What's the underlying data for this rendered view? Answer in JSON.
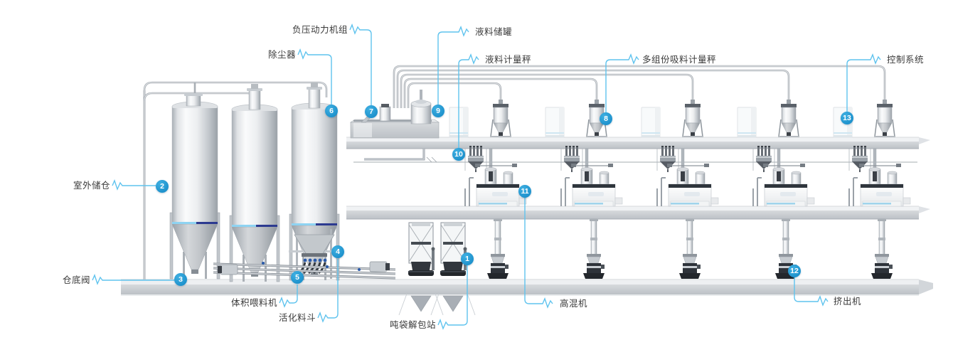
{
  "diagram": {
    "callouts": [
      {
        "num": "1",
        "label": "吨袋解包站"
      },
      {
        "num": "2",
        "label": "室外储仓"
      },
      {
        "num": "3",
        "label": "仓底阀"
      },
      {
        "num": "4",
        "label": "活化料斗"
      },
      {
        "num": "5",
        "label": "体积喂料机"
      },
      {
        "num": "6",
        "label": "除尘器"
      },
      {
        "num": "7",
        "label": "负压动力机组"
      },
      {
        "num": "8",
        "label": "多组份吸料计量秤"
      },
      {
        "num": "9",
        "label": "液料储罐"
      },
      {
        "num": "10",
        "label": "液料计量秤"
      },
      {
        "num": "11",
        "label": "高混机"
      },
      {
        "num": "12",
        "label": "挤出机"
      },
      {
        "num": "13",
        "label": "控制系统"
      }
    ],
    "colors": {
      "callout_blue": "#1b96d2",
      "leader_blue": "#5fc3ee",
      "label_text": "#3a3a3a",
      "silo_band_light": "#8ed3f2",
      "silo_band_dark": "#2c3a90"
    }
  }
}
